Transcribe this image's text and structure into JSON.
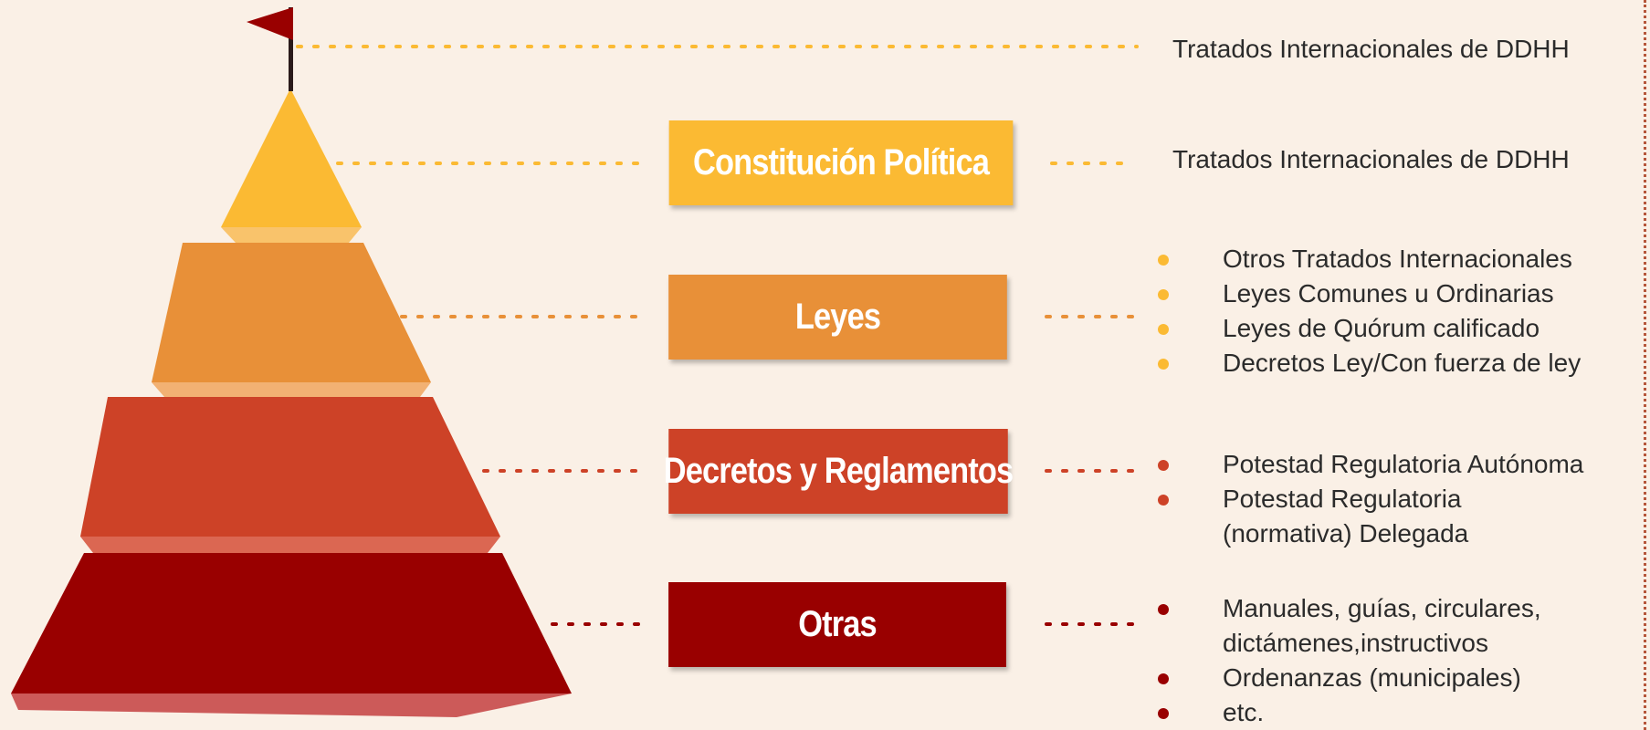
{
  "colors": {
    "background": "#faf0e6",
    "tier1": "#fbba33",
    "tier2": "#e89038",
    "tier3": "#cd4227",
    "tier4": "#990000",
    "flag": "#990000"
  },
  "icons": {
    "flag": "flag-icon"
  },
  "top_item": {
    "text": "Tratados Internacionales de DDHH"
  },
  "tiers": [
    {
      "id": "constitucion",
      "label": "Constitución Política",
      "right_text": "Tratados Internacionales de DDHH"
    },
    {
      "id": "leyes",
      "label": "Leyes",
      "bullets": [
        "Otros Tratados Internacionales",
        "Leyes Comunes u Ordinarias",
        "Leyes de Quórum calificado",
        "Decretos Ley/Con fuerza de ley"
      ]
    },
    {
      "id": "decretos",
      "label": "Decretos y Reglamentos",
      "bullets": [
        "Potestad Regulatoria Autónoma",
        "Potestad Regulatoria (normativa) Delegada"
      ]
    },
    {
      "id": "otras",
      "label": "Otras",
      "bullets": [
        "Manuales, guías, circulares, dictámenes,instructivos",
        "Ordenanzas (municipales)",
        "etc."
      ]
    }
  ]
}
